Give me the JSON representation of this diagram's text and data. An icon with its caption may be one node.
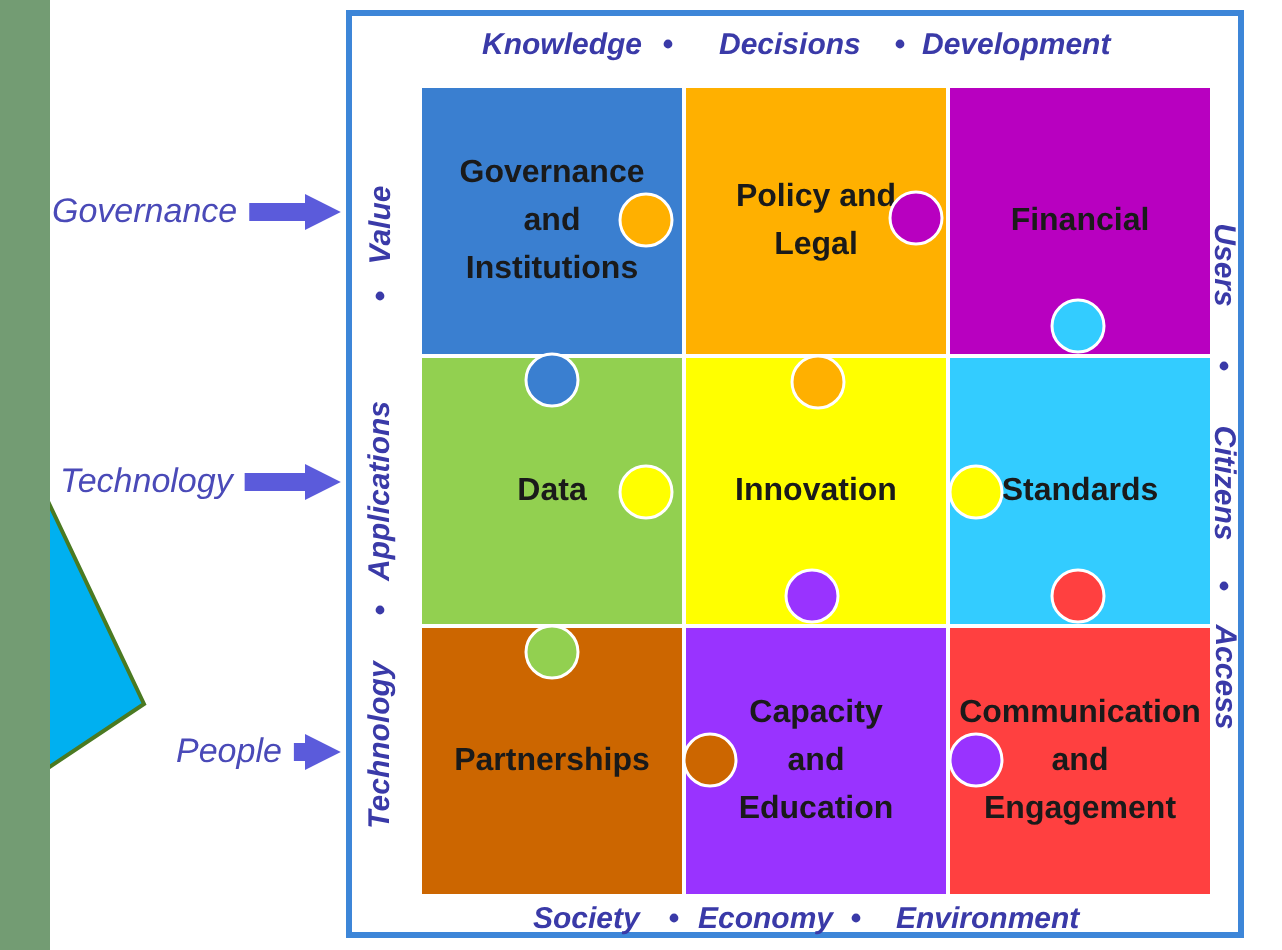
{
  "diagram": {
    "nodes": [
      {
        "text": [
          "Governance"
        ]
      },
      {
        "text": [
          "Technology"
        ]
      },
      {
        "text": [
          "People"
        ]
      },
      {
        "text": [],
        "shape": "box"
      },
      {
        "text": [
          "Governance and Institutions"
        ],
        "in": 3
      },
      {
        "text": [
          "Policy and Legal"
        ],
        "in": 3
      },
      {
        "text": [
          "Financial"
        ],
        "in": 3
      },
      {
        "text": [
          "Data"
        ],
        "in": 3
      },
      {
        "text": [
          "Innovation"
        ],
        "in": 3
      },
      {
        "text": [
          "Standards"
        ],
        "in": 3
      },
      {
        "text": [
          "Partnerships"
        ],
        "in": 3
      },
      {
        "text": [
          "Capacity and Education"
        ],
        "in": 3
      },
      {
        "text": [
          "Communication and Engagement"
        ],
        "in": 3
      },
      {
        "text": [],
        "shape": "bar"
      },
      {
        "text": [],
        "shape": "triangle"
      }
    ],
    "edges": [
      {
        "from": 0,
        "to": 3,
        "arrow": "to"
      },
      {
        "from": 1,
        "to": 3,
        "arrow": "to"
      },
      {
        "from": 2,
        "to": 3,
        "arrow": "to"
      }
    ],
    "labels": [
      "Knowledge",
      "Decisions",
      "Development",
      "Technology",
      "Applications",
      "Value",
      "Users",
      "Citizens",
      "Access",
      "Society",
      "Economy",
      "Environment"
    ]
  }
}
